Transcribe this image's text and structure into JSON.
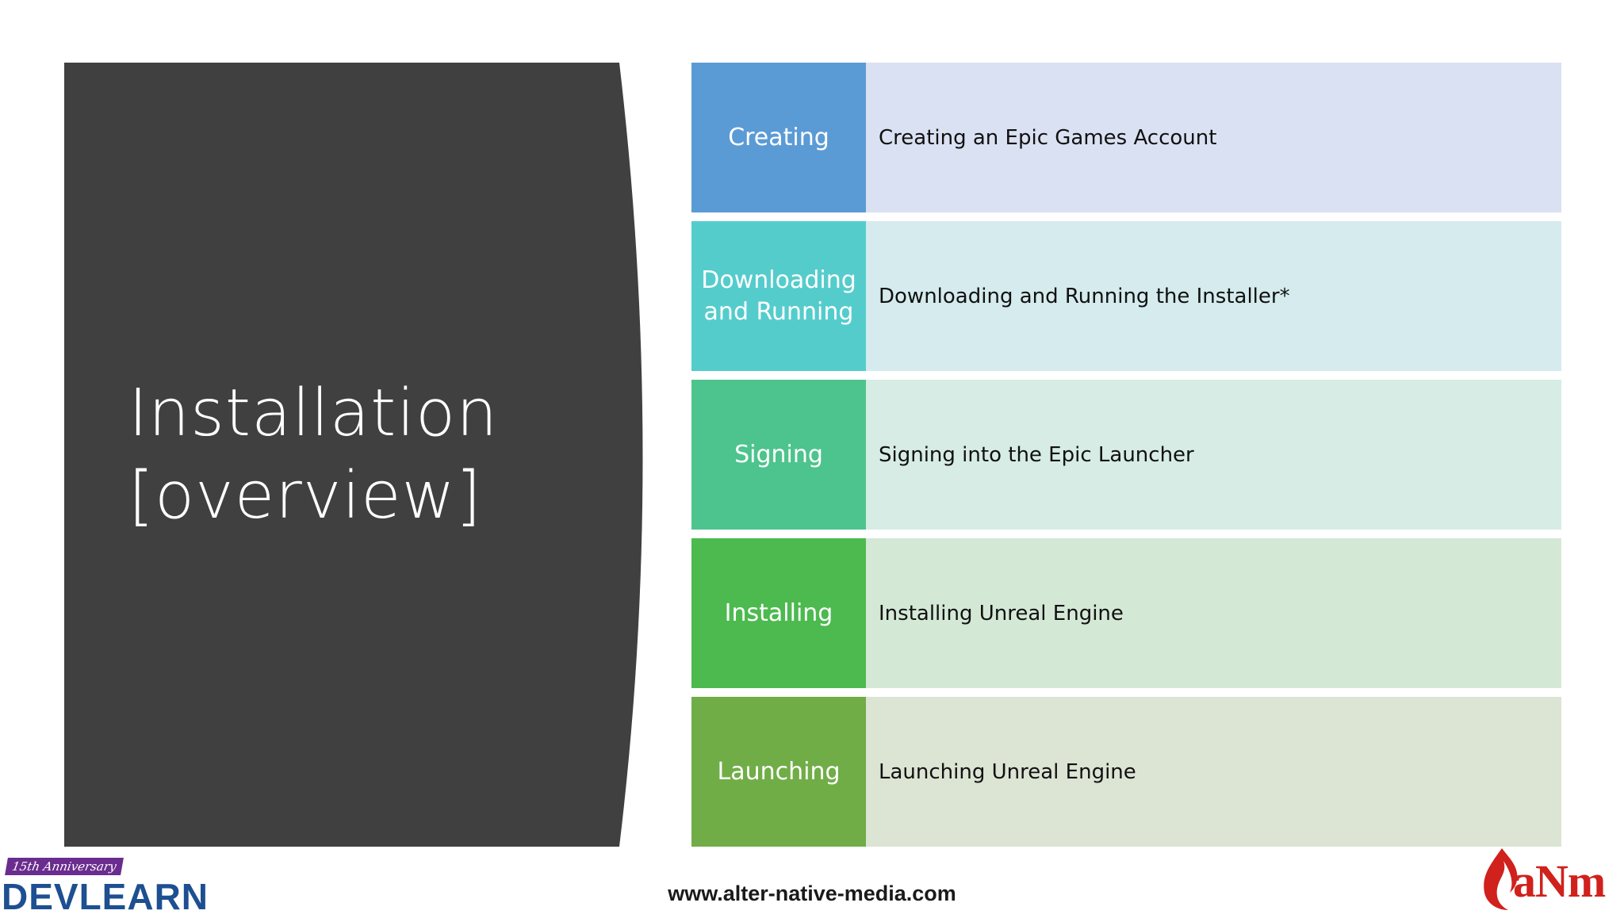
{
  "slide": {
    "title_line1": "Installation",
    "title_line2": "[overview]"
  },
  "steps": [
    {
      "label": "Creating",
      "description": "Creating an Epic Games Account",
      "label_color": "#5b9bd5",
      "desc_color": "#dae1f2"
    },
    {
      "label": "Downloading and Running",
      "description": "Downloading and Running the Installer*",
      "label_color": "#55cccc",
      "desc_color": "#d5ebed"
    },
    {
      "label": "Signing",
      "description": "Signing into the Epic Launcher",
      "label_color": "#4dc48d",
      "desc_color": "#d6ece5"
    },
    {
      "label": "Installing",
      "description": "Installing Unreal Engine",
      "label_color": "#4cba4f",
      "desc_color": "#d4e8d6"
    },
    {
      "label": "Launching",
      "description": "Launching Unreal Engine",
      "label_color": "#70ad47",
      "desc_color": "#dce4d4"
    }
  ],
  "footer": {
    "url": "www.alter-native-media.com",
    "left_logo_banner": "15th Anniversary",
    "left_logo_text": "DEVLEARN",
    "right_logo_text": "aNm"
  },
  "colors": {
    "panel": "#404040",
    "background": "#ffffff",
    "title_text": "#ffffff",
    "brand_purple": "#6a2c8e",
    "brand_blue": "#1d4f91",
    "brand_red": "#d0211c"
  }
}
